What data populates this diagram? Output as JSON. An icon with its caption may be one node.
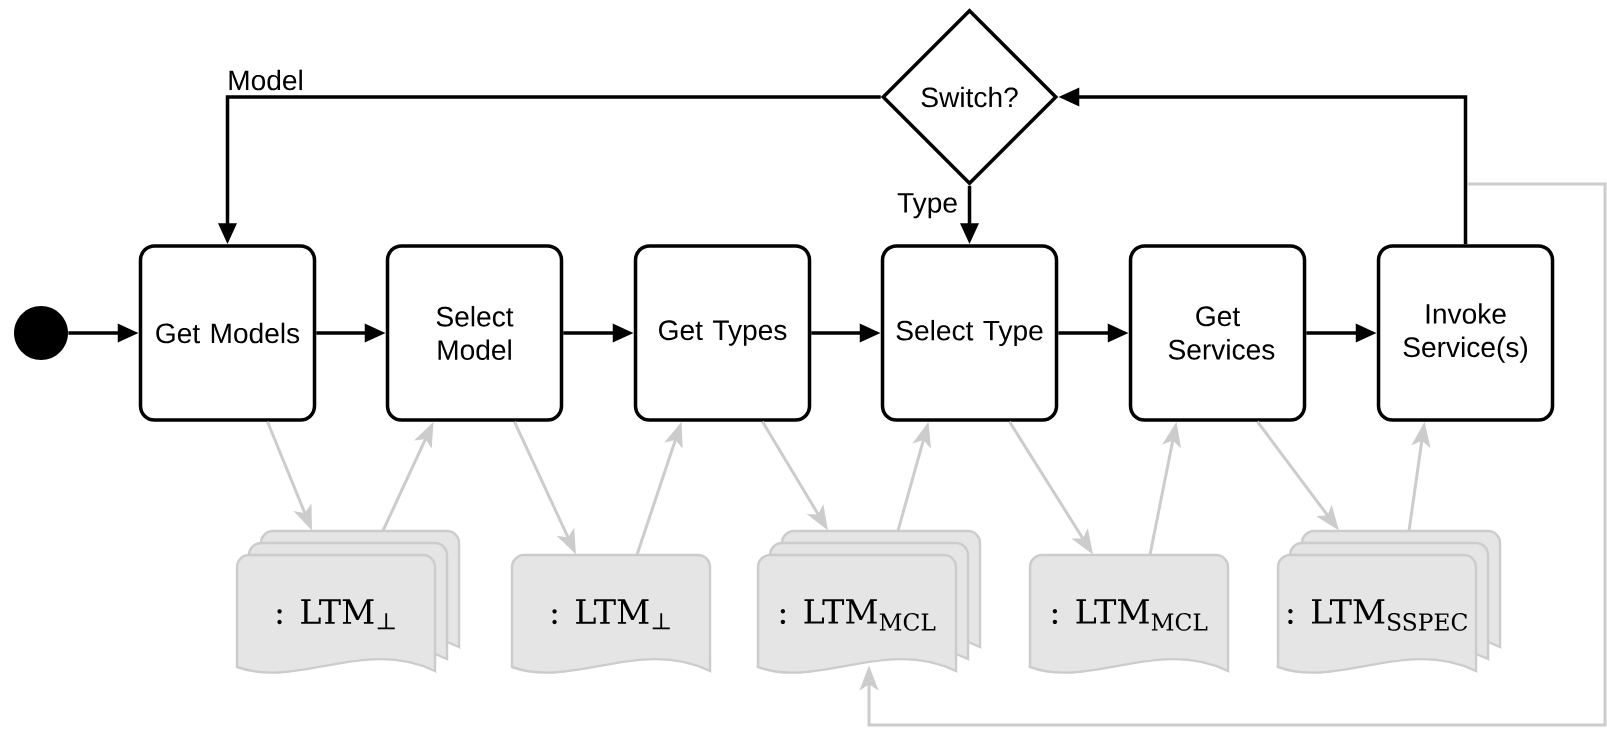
{
  "diagram": {
    "nodes": [
      {
        "text": [],
        "shape": "circle"
      },
      {
        "text": [
          "Get Models"
        ]
      },
      {
        "text": [
          "Select Model"
        ]
      },
      {
        "text": [
          "Get Types"
        ]
      },
      {
        "text": [
          "Select Type"
        ]
      },
      {
        "text": [
          "Get Services"
        ]
      },
      {
        "text": [
          "Invoke Service(s)"
        ]
      },
      {
        "text": [
          "Switch?"
        ]
      },
      {
        "text": [
          ": LTM$_{⊥}$"
        ]
      },
      {
        "text": [
          ": LTM$_{⊥}$"
        ]
      },
      {
        "text": [
          ": LTM$_{MCL}$"
        ]
      },
      {
        "text": [
          ": LTM$_{MCL}$"
        ]
      },
      {
        "text": [
          ": LTM$_{SSPEC}$"
        ]
      }
    ],
    "edges": [
      {
        "from": 0,
        "to": 1,
        "arrow": "to",
        "color": "#000000"
      },
      {
        "from": 1,
        "to": 2,
        "arrow": "to",
        "color": "#000000"
      },
      {
        "from": 2,
        "to": 3,
        "arrow": "to",
        "color": "#000000"
      },
      {
        "from": 3,
        "to": 4,
        "arrow": "to",
        "color": "#000000"
      },
      {
        "from": 4,
        "to": 5,
        "arrow": "to",
        "color": "#000000"
      },
      {
        "from": 5,
        "to": 6,
        "arrow": "to",
        "color": "#000000"
      },
      {
        "from": 6,
        "to": 7,
        "arrow": "to",
        "color": "#000000"
      },
      {
        "from": 7,
        "to": 1,
        "arrow": "to",
        "label": "Model",
        "color": "#000000"
      },
      {
        "from": 7,
        "to": 4,
        "arrow": "to",
        "label": "Type",
        "color": "#000000"
      },
      {
        "from": 1,
        "to": 8,
        "arrow": "to"
      },
      {
        "from": 8,
        "to": 2,
        "arrow": "to"
      },
      {
        "from": 2,
        "to": 9,
        "arrow": "to"
      },
      {
        "from": 9,
        "to": 3,
        "arrow": "to"
      },
      {
        "from": 3,
        "to": 10,
        "arrow": "to"
      },
      {
        "from": 10,
        "to": 4,
        "arrow": "to"
      },
      {
        "from": 4,
        "to": 11,
        "arrow": "to"
      },
      {
        "from": 11,
        "to": 5,
        "arrow": "to"
      },
      {
        "from": 5,
        "to": 12,
        "arrow": "to"
      },
      {
        "from": 12,
        "to": 6,
        "arrow": "to"
      },
      {
        "from": null,
        "to": 10,
        "arrow": "to"
      }
    ]
  }
}
